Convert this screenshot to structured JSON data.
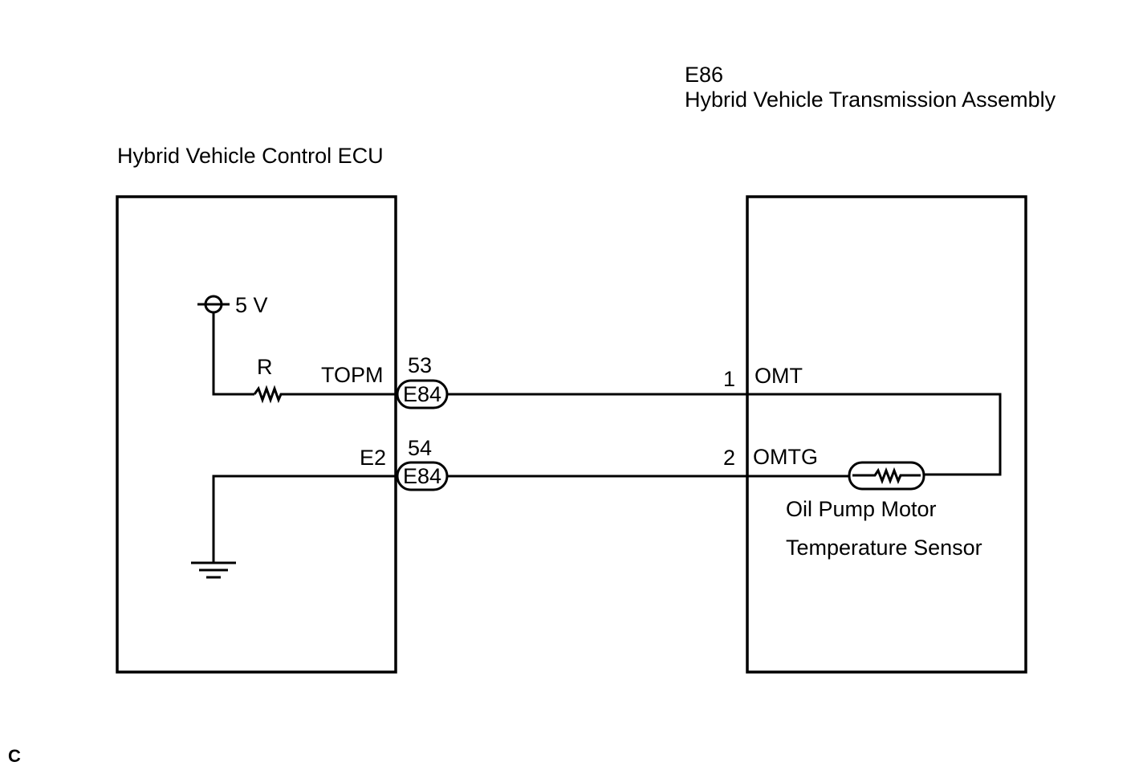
{
  "transmission": {
    "code": "E86",
    "name": "Hybrid Vehicle Transmission Assembly"
  },
  "ecu": {
    "name": "Hybrid Vehicle Control ECU",
    "supply_label": "5 V",
    "resistor_label": "R",
    "terminal_topm": "TOPM",
    "terminal_e2": "E2"
  },
  "connectors": [
    {
      "pin": "53",
      "code": "E84"
    },
    {
      "pin": "54",
      "code": "E84"
    }
  ],
  "sensor_pins": [
    {
      "pin": "1",
      "signal": "OMT"
    },
    {
      "pin": "2",
      "signal": "OMTG"
    }
  ],
  "sensor": {
    "line1": "Oil Pump Motor",
    "line2": "Temperature Sensor"
  },
  "corner_mark": "C"
}
